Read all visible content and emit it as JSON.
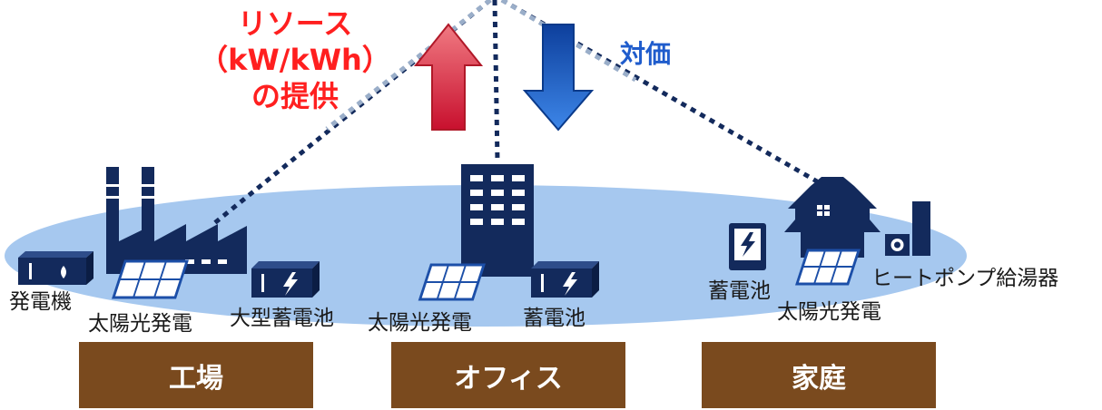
{
  "resource_label": {
    "line1": "リソース",
    "line2": "（kW/kWh）",
    "line3": "の提供"
  },
  "payment_label": "対価",
  "labels": {
    "generator": "発電機",
    "solar_factory": "太陽光発電",
    "large_battery": "大型蓄電池",
    "solar_office": "太陽光発電",
    "battery_office": "蓄電池",
    "battery_home": "蓄電池",
    "solar_home": "太陽光発電",
    "heat_pump": "ヒートポンプ給湯器"
  },
  "categories": {
    "factory": "工場",
    "office": "オフィス",
    "home": "家庭"
  },
  "colors": {
    "navy": "#132a5c",
    "ellipse": "#a6c8ef",
    "up_arrow": "#e84050",
    "down_arrow": "#1c5fc8",
    "box": "#7a4a1e"
  }
}
